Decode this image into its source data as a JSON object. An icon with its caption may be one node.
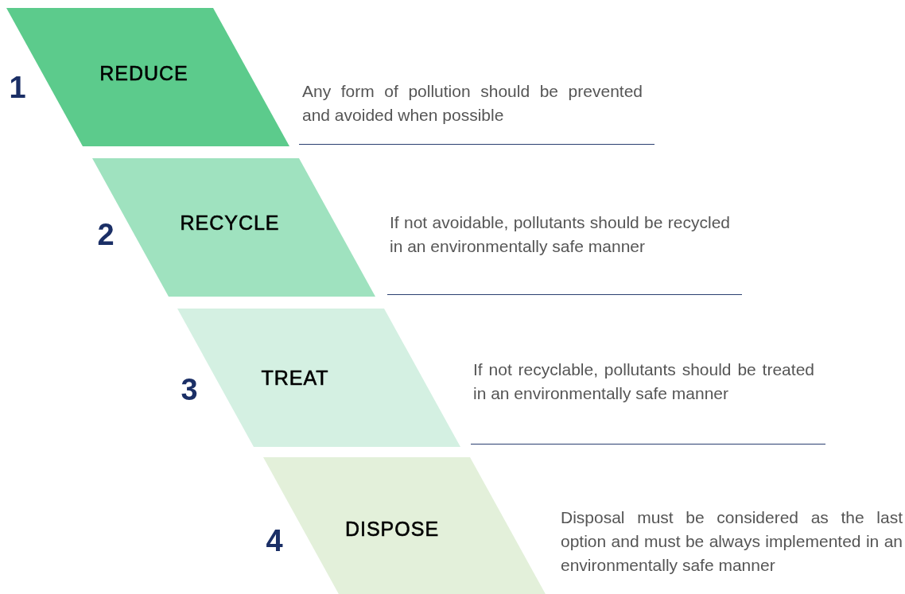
{
  "diagram": {
    "nodes": [
      {
        "text": [
          "REDUCE"
        ],
        "beside": [
          "1",
          "Any form of pollution should be prevented and avoided when possible"
        ]
      },
      {
        "text": [
          "RECYCLE"
        ],
        "beside": [
          "2",
          "If not avoidable, pollutants should be recycled in an environmentally safe manner"
        ]
      },
      {
        "text": [
          "TREAT"
        ],
        "beside": [
          "3",
          "If not recyclable, pollutants should be treated in an environmentally safe manner"
        ]
      },
      {
        "text": [
          "DISPOSE"
        ],
        "beside": [
          "4",
          "Disposal must be considered as the last option and must be always implemented in an environmentally safe manner"
        ]
      }
    ]
  }
}
